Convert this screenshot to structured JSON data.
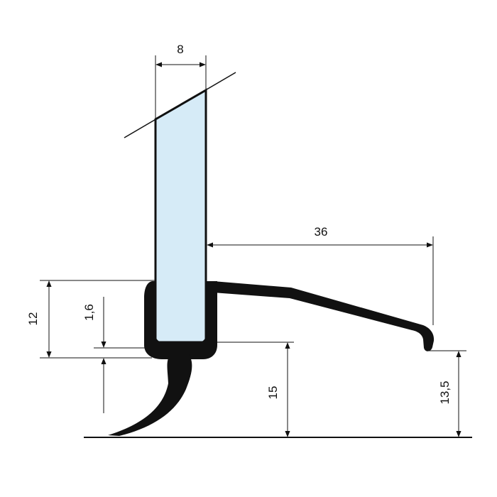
{
  "colors": {
    "glass_fill": "#d6ebf7",
    "profile_fill": "#111111",
    "line": "#111111",
    "background": "#ffffff"
  },
  "dimensions": {
    "glass_thickness": "8",
    "lip_length": "36",
    "profile_height": "12",
    "base_thickness": "1,6",
    "gap_height": "15",
    "lip_height": "13,5"
  }
}
